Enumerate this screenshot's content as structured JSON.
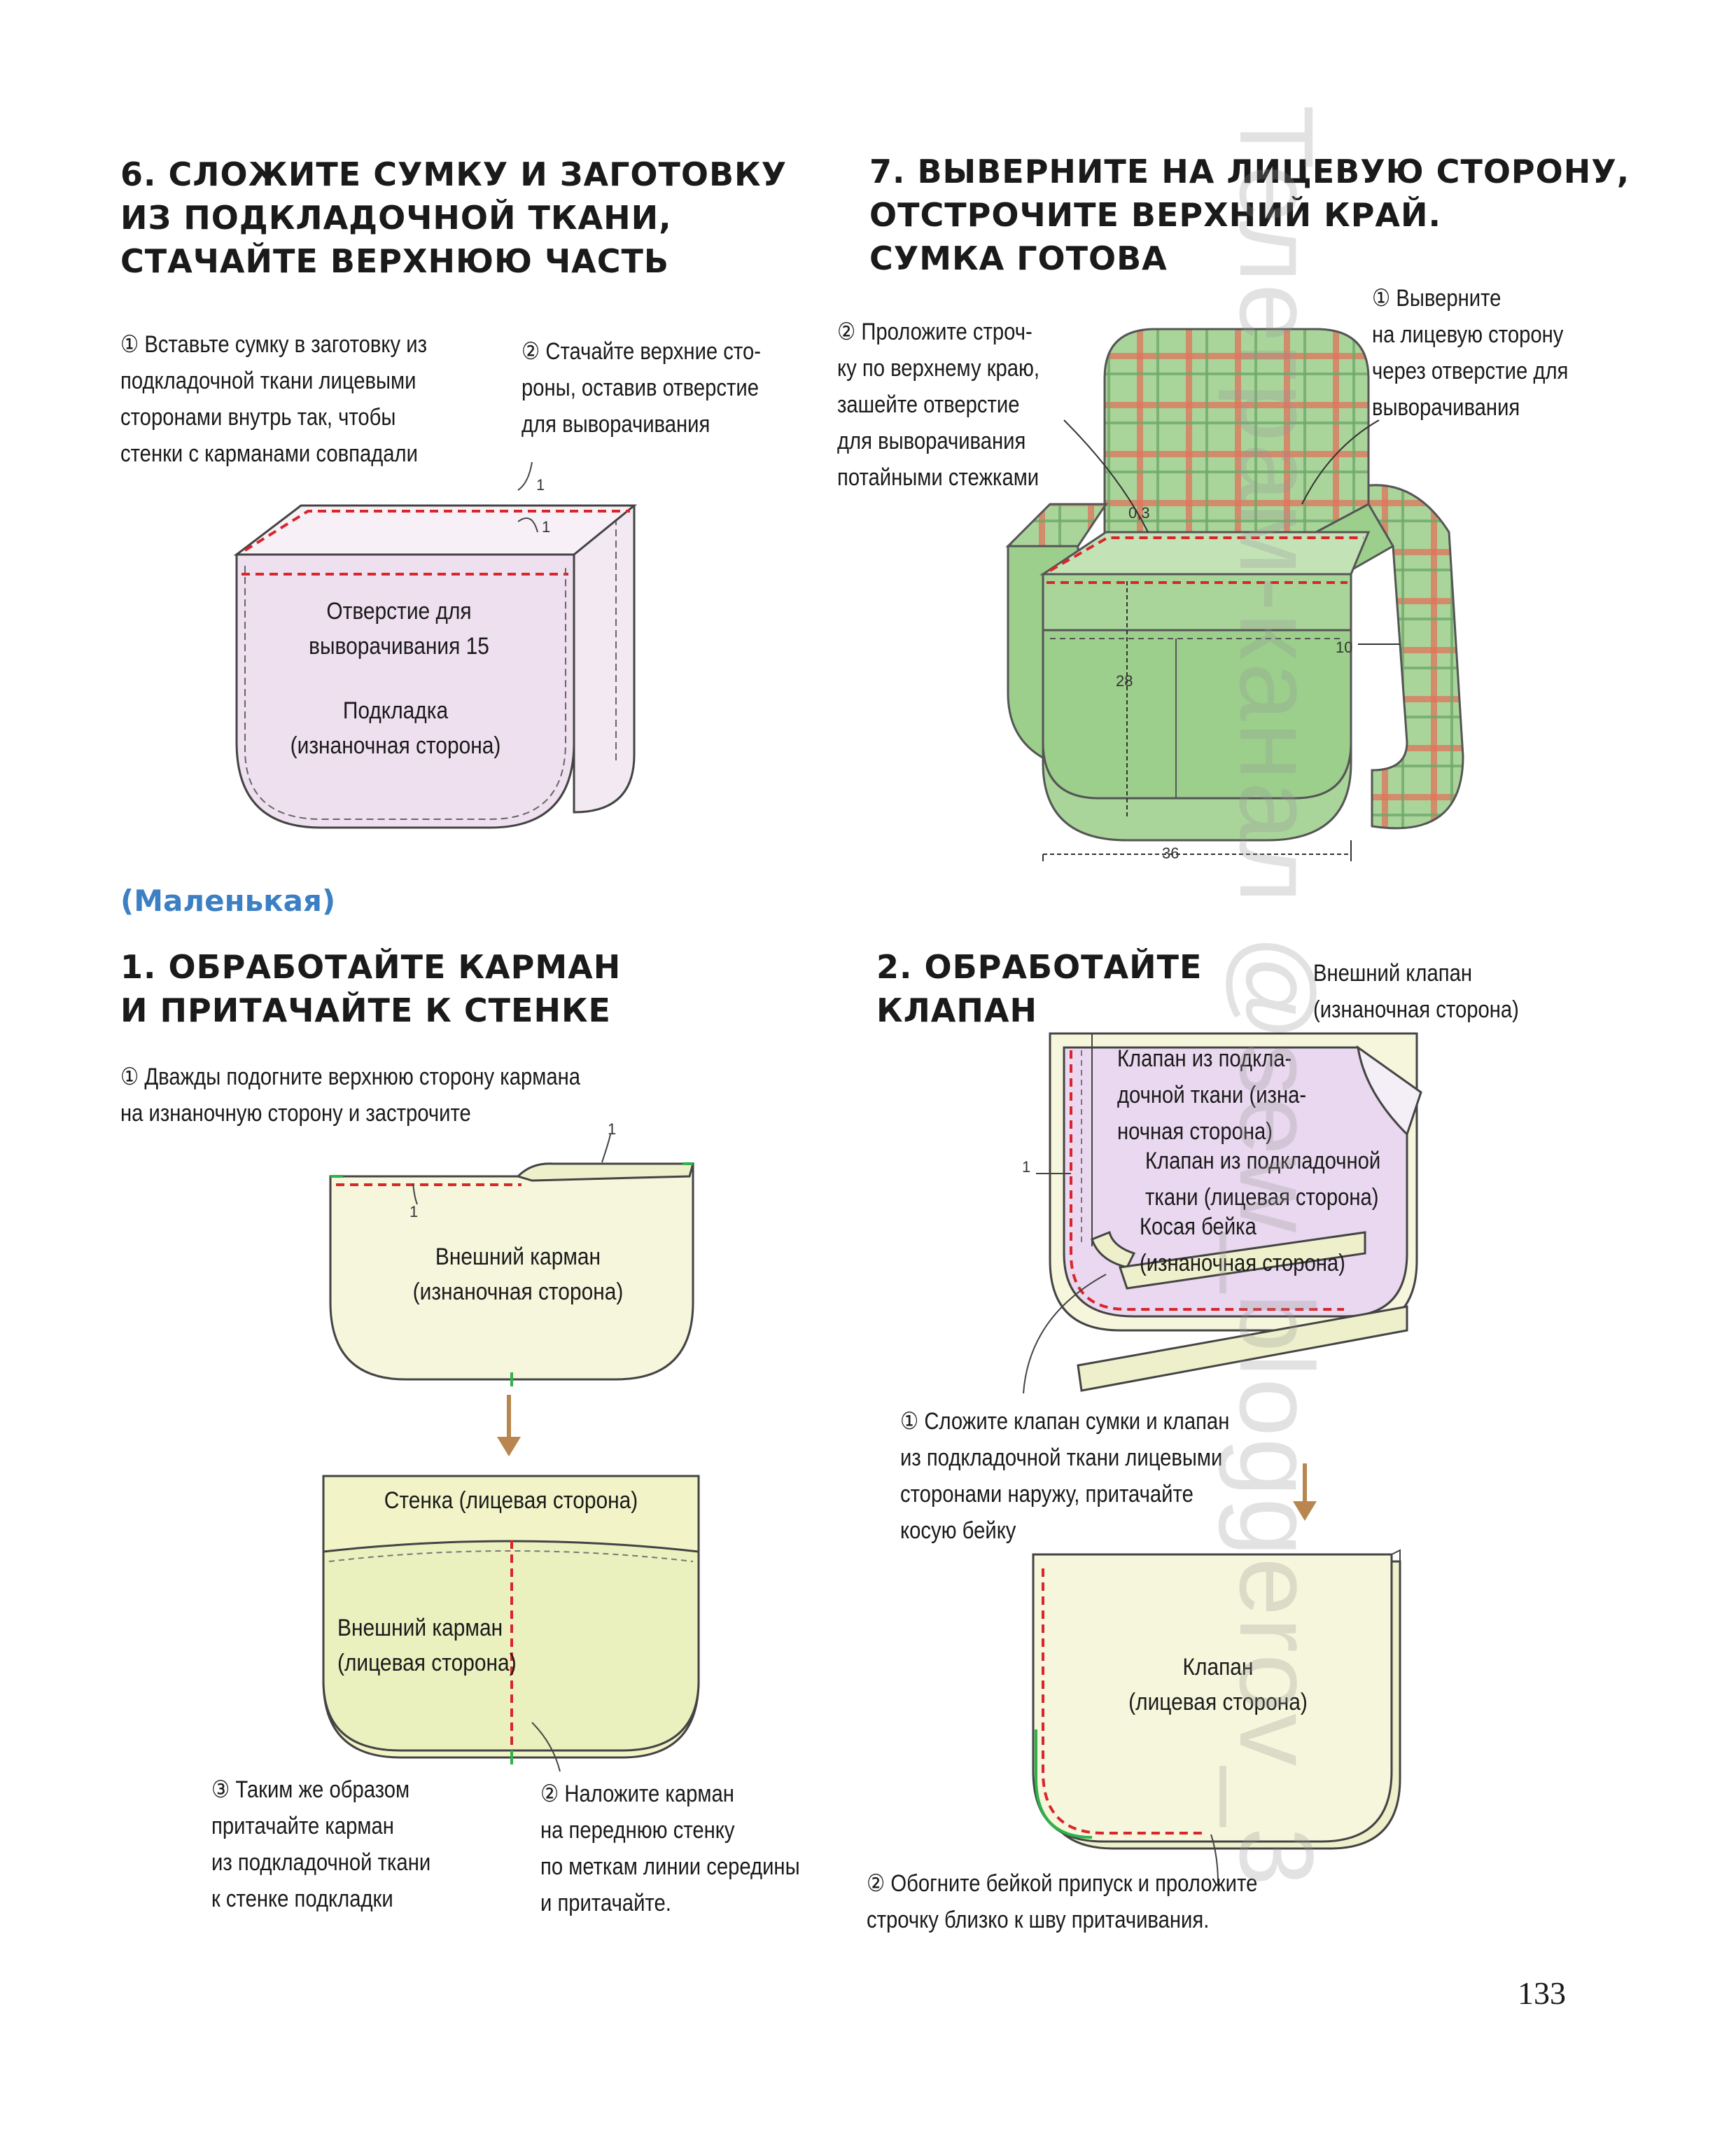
{
  "section6": {
    "title": "6. СЛОЖИТЕ СУМКУ И ЗАГОТОВКУ\nИЗ ПОДКЛАДОЧНОЙ ТКАНИ,\nСТАЧАЙТЕ ВЕРХНЮЮ ЧАСТЬ",
    "note1": "① Вставьте сумку в заготовку из\nподкладочной ткани лицевыми\nсторонами внутрь так, чтобы\nстенки с карманами совпадали",
    "note2": "② Стачайте верхние сто-\nроны, оставив отверстие\nдля выворачивания",
    "label_opening": "Отверстие для\nвыворачивания 15",
    "label_lining": "Подкладка\n(изнаночная сторона)",
    "dim_1a": "1",
    "dim_1b": "1"
  },
  "section7": {
    "title": "7. ВЫВЕРНИТЕ НА ЛИЦЕВУЮ СТОРОНУ,\nОТСТРОЧИТЕ ВЕРХНИЙ КРАЙ.\nСУМКА ГОТОВА",
    "note2": "② Проложите строч-\nку по верхнему краю,\nзашейте отверстие\nдля выворачивания\nпотайными стежками",
    "note1": "① Выверните\nна лицевую сторону\nчерез отверстие для\nвыворачивания",
    "dim_03": "0,3",
    "dim_28": "28",
    "dim_10": "10",
    "dim_36": "36"
  },
  "small_label": "(Маленькая)",
  "step1": {
    "title": "1. ОБРАБОТАЙТЕ КАРМАН\nИ ПРИТАЧАЙТЕ К СТЕНКЕ",
    "note1": "① Дважды подогните верхнюю сторону кармана\nна изнаночную сторону и застрочите",
    "dim_1a": "1",
    "dim_1b": "1",
    "label_pocket_wrong": "Внешний карман\n(изнаночная сторона)",
    "label_wall": "Стенка (лицевая сторона)",
    "label_pocket_right": "Внешний карман\n(лицевая сторона)",
    "note3": "③ Таким же образом\nпритачайте карман\nиз подкладочной ткани\nк стенке подкладки",
    "note2": "② Наложите карман\nна переднюю стенку\nпо меткам линии середины\nи притачайте."
  },
  "step2": {
    "title": "2. ОБРАБОТАЙТЕ\nКЛАПАН",
    "label_outer_flap": "Внешний клапан\n(изнаночная сторона)",
    "label_lining_flap_wrong": "Клапан из подкла-\nдочной ткани (изна-\nночная сторона)",
    "label_lining_flap_right": "Клапан из подкладочной\nткани (лицевая сторона)",
    "label_bias": "Косая бейка\n(изнаночная сторона)",
    "dim_1": "1",
    "note1": "① Сложите клапан сумки и клапан\nиз подкладочной ткани лицевыми\nсторонами наружу, притачайте\nкосую бейку",
    "label_flap": "Клапан\n(лицевая сторона)",
    "note2": "② Обогните бейкой припуск и проложите\nстрочку близко к шву притачивания."
  },
  "page_number": "133",
  "watermark": "Телеграм-канал @sew_bloggerov_3",
  "colors": {
    "lining_pink": "#efe0f0",
    "yellow_fabric": "#f5f6dc",
    "green_fabric": "#a9d59a",
    "plaid_stripe": "#e0735a",
    "stitch_red": "#d9262b",
    "arrow_brown": "#b8864e",
    "accent_blue": "#3b7fc4"
  }
}
